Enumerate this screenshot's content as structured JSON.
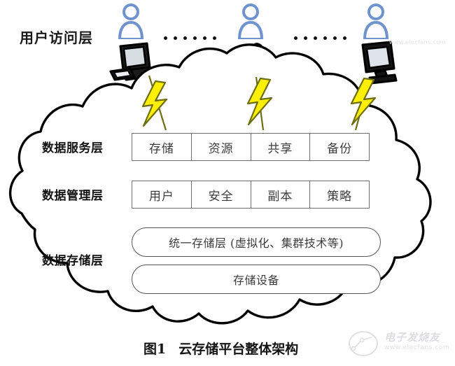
{
  "figure": {
    "caption_number": "图1",
    "caption_title": "云存储平台整体架构"
  },
  "access_layer": {
    "label": "用户访问层",
    "ellipsis": "· · · · · ·",
    "users": [
      {
        "icon": "user-person-icon",
        "device": "desktop-computer-icon"
      },
      {
        "icon": "user-person-icon",
        "device": "mobile-phone-icon"
      },
      {
        "icon": "user-person-icon",
        "device": "monitor-display-icon"
      }
    ]
  },
  "cloud": {
    "service_layer": {
      "label": "数据服务层",
      "cells": [
        "存储",
        "资源",
        "共享",
        "备份"
      ]
    },
    "management_layer": {
      "label": "数据管理层",
      "cells": [
        "用户",
        "安全",
        "副本",
        "策略"
      ]
    },
    "storage_layer": {
      "label": "数据存储层",
      "boxes": [
        "统一存储层 (虚拟化、集群技术等)",
        "存储设备"
      ]
    }
  },
  "watermark": {
    "brand": "电子发烧友",
    "url": "www.elecfans.com",
    "faint": "www.elecfans.com"
  },
  "colors": {
    "bolt_fill": "#FFF000",
    "bolt_stroke": "#6E6E14",
    "avatar_stroke": "#6F93CF",
    "cloud_stroke": "#000000",
    "cell_stroke": "#6E6E6E"
  }
}
